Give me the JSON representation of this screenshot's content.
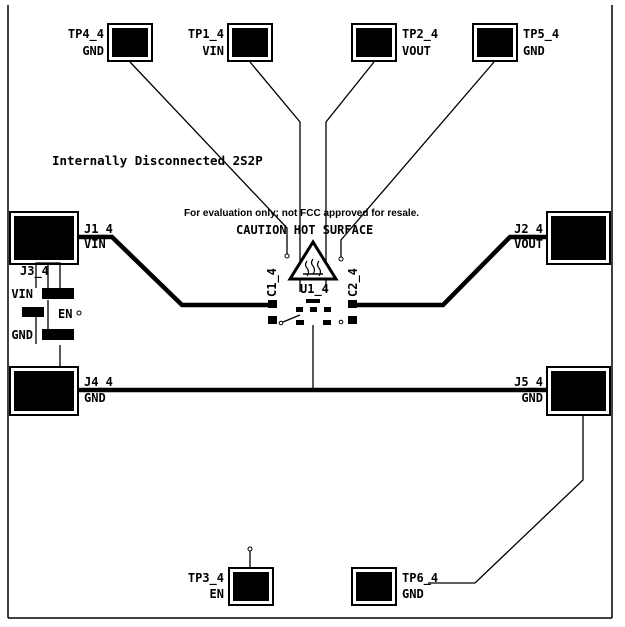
{
  "board": {
    "title": "Internally Disconnected 2S2P",
    "notice": "For evaluation only; not FCC approved for resale.",
    "caution": "CAUTION HOT SURFACE"
  },
  "test_points": [
    {
      "ref": "TP4_4",
      "net": "GND"
    },
    {
      "ref": "TP1_4",
      "net": "VIN"
    },
    {
      "ref": "TP2_4",
      "net": "VOUT"
    },
    {
      "ref": "TP5_4",
      "net": "GND"
    },
    {
      "ref": "TP3_4",
      "net": "EN"
    },
    {
      "ref": "TP6_4",
      "net": "GND"
    }
  ],
  "connectors": [
    {
      "ref": "J1_4",
      "net": "VIN"
    },
    {
      "ref": "J2_4",
      "net": "VOUT"
    },
    {
      "ref": "J4_4",
      "net": "GND"
    },
    {
      "ref": "J5_4",
      "net": "GND"
    }
  ],
  "jumper": {
    "ref": "J3_4",
    "pins": [
      "VIN",
      "EN",
      "GND"
    ]
  },
  "components": {
    "c1": "C1_4",
    "c2": "C2_4",
    "u1": "U1_4"
  }
}
